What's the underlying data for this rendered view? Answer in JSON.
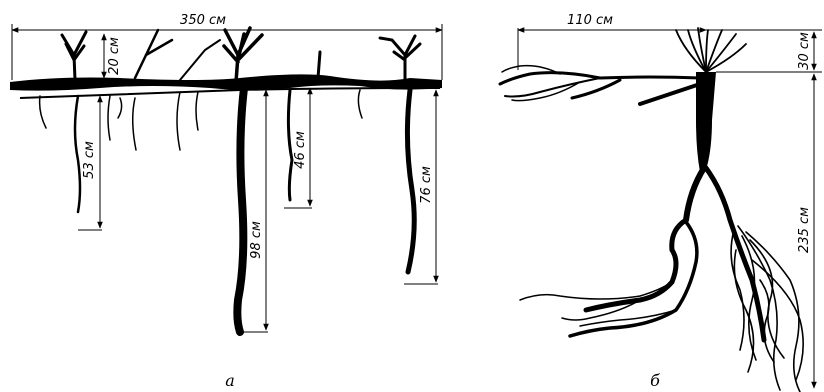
{
  "diagram": {
    "left_panel": {
      "caption": "а",
      "dimensions": {
        "total_width": "350 см",
        "upper_depth": "20 см",
        "root_1_depth": "53 см",
        "root_2_depth": "98 см",
        "root_3_depth": "46 см",
        "root_4_depth": "76 см"
      }
    },
    "right_panel": {
      "caption": "б",
      "dimensions": {
        "spread_width": "110 см",
        "upper_depth": "30 см",
        "total_depth": "235 см"
      }
    }
  }
}
